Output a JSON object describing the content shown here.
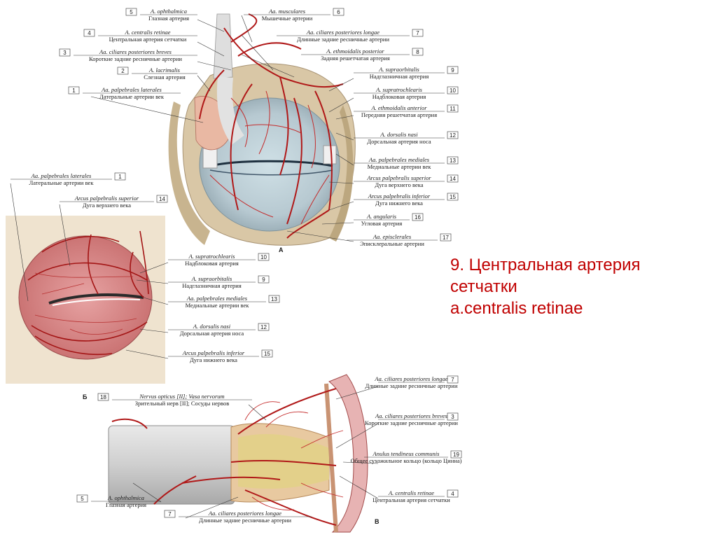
{
  "slide": {
    "title_lines": [
      "9. Центральная артерия",
      "сетчатки",
      "a.centralis retinae"
    ]
  },
  "panel_letters": {
    "a": "A",
    "b": "Б",
    "v": "В"
  },
  "figure_a_labels": [
    {
      "num": "5",
      "latin": "A. ophthalmica",
      "ru": "Глазная артерия"
    },
    {
      "num": "4",
      "latin": "A. centralis retinae",
      "ru": "Центральная артерия сетчатки"
    },
    {
      "num": "3",
      "latin": "Aa. ciliares posteriores breves",
      "ru": "Короткие задние ресничные артерии"
    },
    {
      "num": "2",
      "latin": "A. lacrimalis",
      "ru": "Слезная артерия"
    },
    {
      "num": "1",
      "latin": "Aa. palpebrales laterales",
      "ru": "Латеральные артерии век"
    },
    {
      "num": "6",
      "latin": "Aa. musculares",
      "ru": "Мышечные артерии"
    },
    {
      "num": "7",
      "latin": "Aa. ciliares posteriores longae",
      "ru": "Длинные задние ресничные артерии"
    },
    {
      "num": "8",
      "latin": "A. ethmoidalis posterior",
      "ru": "Задняя решетчатая артерия"
    },
    {
      "num": "9",
      "latin": "A. supraorbitalis",
      "ru": "Надглазничная артерия"
    },
    {
      "num": "10",
      "latin": "A. supratrochlearis",
      "ru": "Надблоковая артерия"
    },
    {
      "num": "11",
      "latin": "A. ethmoidalis anterior",
      "ru": "Передняя решетчатая артерия"
    },
    {
      "num": "12",
      "latin": "A. dorsalis nasi",
      "ru": "Дорсальная артерия носа"
    },
    {
      "num": "13",
      "latin": "Aa. palpebrales mediales",
      "ru": "Медиальные артерии век"
    },
    {
      "num": "14",
      "latin": "Arcus palpebralis superior",
      "ru": "Дуга верхнего века"
    },
    {
      "num": "15",
      "latin": "Arcus palpebralis inferior",
      "ru": "Дуга нижнего века"
    },
    {
      "num": "16",
      "latin": "A. angularis",
      "ru": "Угловая артерия"
    },
    {
      "num": "17",
      "latin": "Aa. episclerales",
      "ru": "Эписклеральные артерии"
    }
  ],
  "figure_b_labels": [
    {
      "num": "1",
      "latin": "Aa. palpebrales laterales",
      "ru": "Латеральные артерии век"
    },
    {
      "num": "14",
      "latin": "Arcus palpebralis superior",
      "ru": "Дуга верхнего века"
    },
    {
      "num": "10",
      "latin": "A. supratrochlearis",
      "ru": "Надблоковая артерия"
    },
    {
      "num": "9",
      "latin": "A. supraorbitalis",
      "ru": "Надглазничная артерия"
    },
    {
      "num": "13",
      "latin": "Aa. palpebrales mediales",
      "ru": "Медиальные артерии век"
    },
    {
      "num": "12",
      "latin": "A. dorsalis nasi",
      "ru": "Дорсальная артерия носа"
    },
    {
      "num": "15",
      "latin": "Arcus palpebralis inferior",
      "ru": "Дуга нижнего века"
    }
  ],
  "figure_v_labels": [
    {
      "num": "18",
      "latin": "Nervus opticus [II]; Vasa nervorum",
      "ru": "Зрительный нерв [II]; Сосуды нервов"
    },
    {
      "num": "7",
      "latin": "Aa. ciliares posteriores longae",
      "ru": "Длинные задние ресничные артерии"
    },
    {
      "num": "3",
      "latin": "Aa. ciliares posteriores breves",
      "ru": "Короткие задние ресничные артерии"
    },
    {
      "num": "19",
      "latin": "Anulus tendineus communis",
      "ru": "Общее сухожильное кольцо (кольцо Цинна)"
    },
    {
      "num": "4",
      "latin": "A. centralis retinae",
      "ru": "Центральная артерия сетчатки"
    },
    {
      "num": "5",
      "latin": "A. ophthalmica",
      "ru": "Глазная артерия"
    },
    {
      "num": "7",
      "latin": "Aa. ciliares posteriores longae",
      "ru": "Длинные задние ресничные артерии"
    }
  ]
}
